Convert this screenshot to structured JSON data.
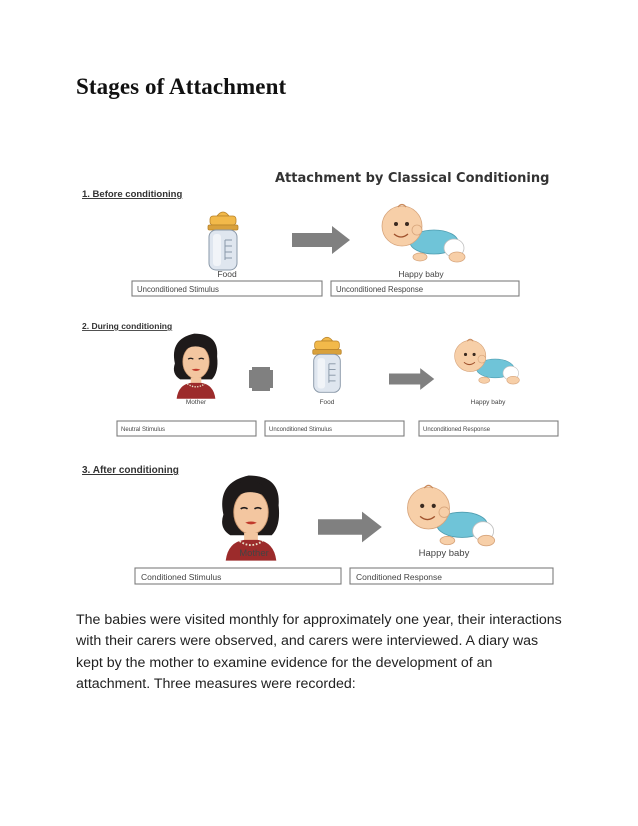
{
  "page": {
    "title": "Stages of Attachment",
    "paragraph": "The babies were visited monthly for approximately one year, their interactions with their carers were observed, and carers were interviewed.  A diary was kept by the mother to examine evidence for the development of an attachment. Three measures were recorded:"
  },
  "figure": {
    "title": "Attachment by Classical Conditioning",
    "stage1": {
      "heading": "1. Before conditioning",
      "food_caption": "Food",
      "baby_caption": "Happy baby",
      "box_left": "Unconditioned Stimulus",
      "box_right": "Unconditioned Response"
    },
    "stage2": {
      "heading": "2. During conditioning",
      "mother_caption": "Mother",
      "food_caption": "Food",
      "baby_caption": "Happy baby",
      "box_1": "Neutral Stimulus",
      "box_2": "Unconditioned Stimulus",
      "box_3": "Unconditioned Response"
    },
    "stage3": {
      "heading": "3. After conditioning",
      "mother_caption": "Mother",
      "baby_caption": "Happy baby",
      "box_left": "Conditioned Stimulus",
      "box_right": "Conditioned Response"
    }
  },
  "colors": {
    "arrow": "#808080",
    "bottle_cap": "#f2b94a",
    "bottle_body": "#dfe6ef",
    "baby_skin": "#f7cfa8",
    "baby_shirt": "#6fc4d8",
    "mother_hair": "#1e1a1a",
    "mother_skin": "#f3c6a0",
    "mother_dress": "#9c2b2b"
  },
  "icons": [
    "bottle-icon",
    "baby-icon",
    "mother-icon",
    "arrow-right-icon",
    "plus-icon"
  ]
}
